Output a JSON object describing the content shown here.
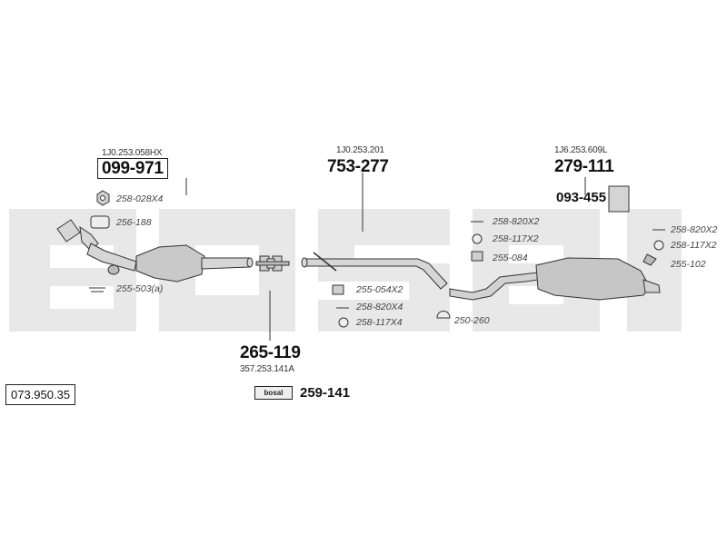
{
  "catalog_ref": "073.950.35",
  "watermark": "bosal",
  "sections": {
    "front": {
      "oem": "1J0.253.058HX",
      "part": "099-971"
    },
    "middle": {
      "oem": "1J0.253.201",
      "part": "753-277"
    },
    "rear": {
      "oem": "1J6.253.609L",
      "part": "279-111",
      "bracket_part": "093-455"
    },
    "connector": {
      "part": "265-119",
      "oem": "357.253.141A"
    },
    "assembly_kit": {
      "badge": "bosal",
      "part": "259-141"
    }
  },
  "small_parts": {
    "p1": "258-028X4",
    "p2": "256-188",
    "p3": "255-503(a)",
    "p4": "255-054X2",
    "p5": "258-820X4",
    "p6": "258-117X4",
    "p7": "250-260",
    "p8": "258-820X2",
    "p9": "258-117X2",
    "p10": "255-084",
    "p11": "258-820X2",
    "p12": "258-117X2",
    "p13": "255-102"
  },
  "colors": {
    "watermark": "#e6e6e6",
    "line": "#333333",
    "part_fill": "#cfcfcf"
  }
}
